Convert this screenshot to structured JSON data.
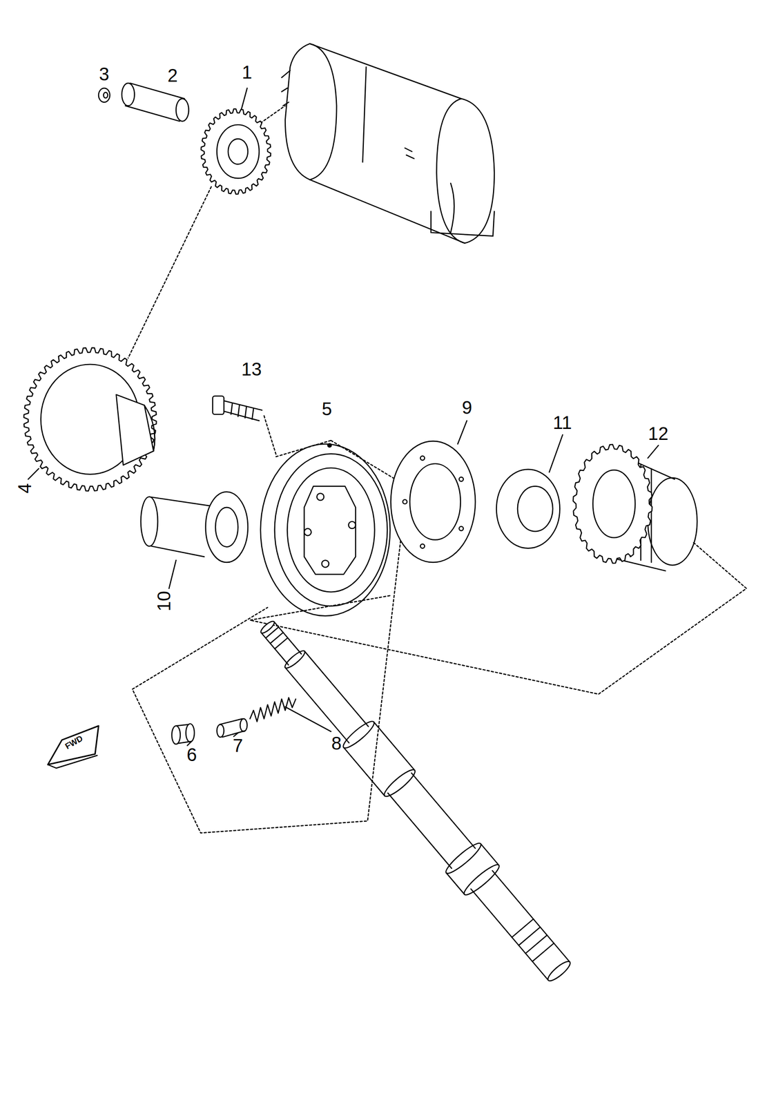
{
  "diagram": {
    "labels": [
      "3",
      "2",
      "1",
      "13",
      "5",
      "9",
      "11",
      "12",
      "4",
      "10",
      "6",
      "7",
      "8",
      "FWD"
    ]
  }
}
